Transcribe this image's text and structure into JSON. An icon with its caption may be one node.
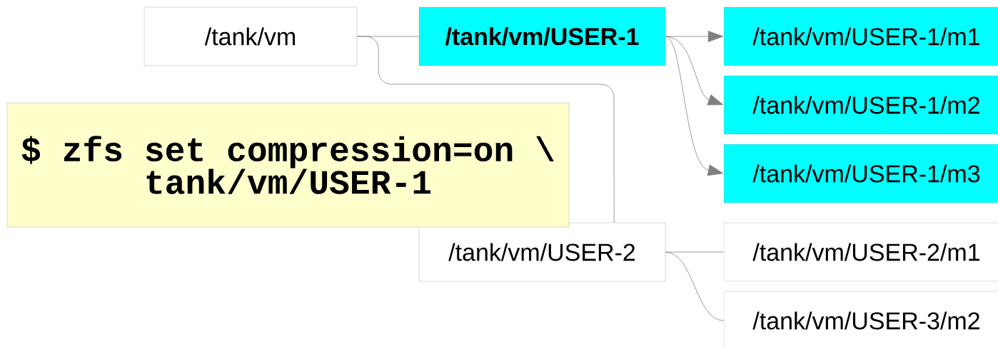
{
  "diagram": {
    "nodes": [
      {
        "text": [
          "/tank/vm"
        ]
      },
      {
        "text": [
          "/tank/vm/USER-1"
        ]
      },
      {
        "text": [
          "/tank/vm/USER-1/m1"
        ]
      },
      {
        "text": [
          "/tank/vm/USER-1/m2"
        ]
      },
      {
        "text": [
          "/tank/vm/USER-1/m3"
        ]
      },
      {
        "text": [
          "/tank/vm/USER-2"
        ]
      },
      {
        "text": [
          "/tank/vm/USER-2/m1"
        ]
      },
      {
        "text": [
          "/tank/vm/USER-3/m2"
        ]
      },
      {
        "text": [
          "$ zfs set compression=on \\ tank/vm/USER-1"
        ]
      }
    ],
    "edges": [
      {
        "from": 0,
        "to": 1,
        "arrow": "none"
      },
      {
        "from": 0,
        "to": 5,
        "arrow": "none"
      },
      {
        "from": 1,
        "to": 2,
        "arrow": "to"
      },
      {
        "from": 1,
        "to": 3,
        "arrow": "to"
      },
      {
        "from": 1,
        "to": 4,
        "arrow": "to"
      },
      {
        "from": 5,
        "to": 6,
        "arrow": "none"
      },
      {
        "from": 5,
        "to": 7,
        "arrow": "none"
      }
    ]
  }
}
